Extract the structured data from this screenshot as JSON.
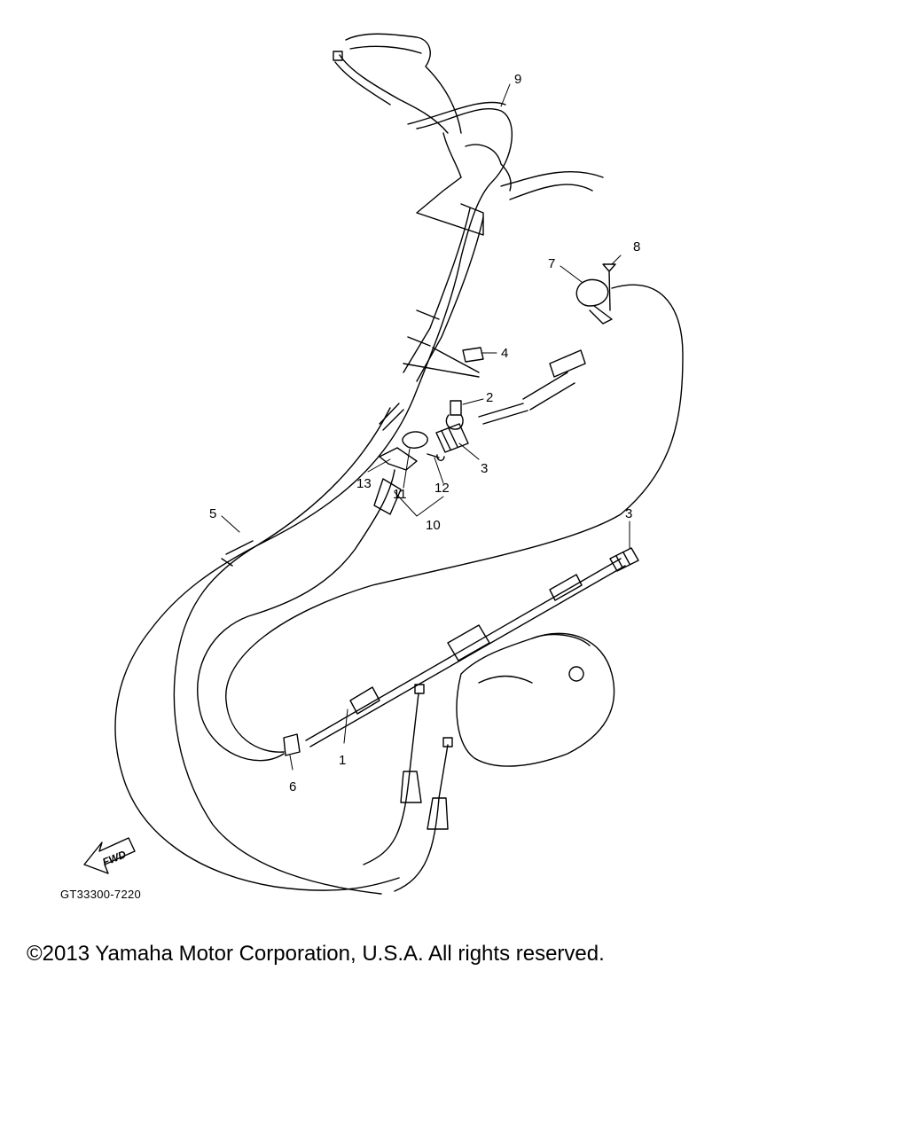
{
  "parts": [
    {
      "number": "1"
    },
    {
      "number": "2"
    },
    {
      "number": "3"
    },
    {
      "number": "3"
    },
    {
      "number": "4"
    },
    {
      "number": "5"
    },
    {
      "number": "6"
    },
    {
      "number": "7"
    },
    {
      "number": "8"
    },
    {
      "number": "9"
    },
    {
      "number": "10"
    },
    {
      "number": "11"
    },
    {
      "number": "12"
    },
    {
      "number": "13"
    }
  ],
  "direction_arrow": {
    "label": "FWD",
    "icon": "arrow-forward-icon"
  },
  "diagram_reference": "GT33300-7220",
  "copyright": "©2013 Yamaha Motor Corporation, U.S.A. All rights reserved."
}
